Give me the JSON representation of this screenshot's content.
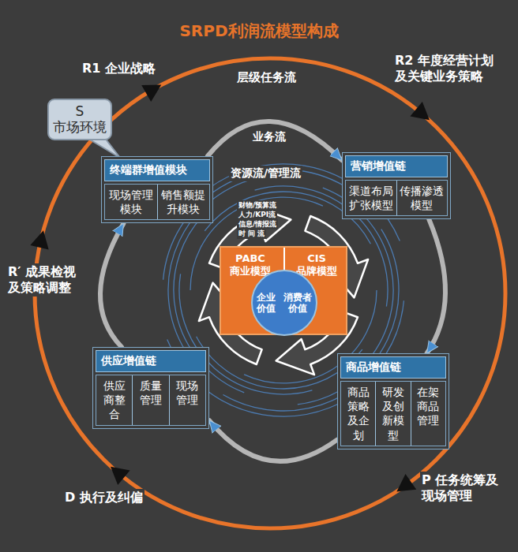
{
  "diagram": {
    "title": "SRPD利润流模型构成",
    "nodes": [
      {
        "text": [
          "S 市场环境"
        ]
      },
      {
        "text": [
          "终端群增值模块"
        ]
      },
      {
        "text": [
          "现场管理模块"
        ],
        "in": 1
      },
      {
        "text": [
          "销售额提升模块"
        ],
        "in": 1
      },
      {
        "text": [
          "营销增值链"
        ]
      },
      {
        "text": [
          "渠道布局扩张模型"
        ],
        "in": 4
      },
      {
        "text": [
          "传播渗透模型"
        ],
        "in": 4
      },
      {
        "text": [
          "PABC 商业模型",
          "CIS 品牌模型"
        ]
      },
      {
        "text": [
          "企业价值",
          "消费者价值"
        ],
        "in": 7
      },
      {
        "text": [
          "供应增值链"
        ]
      },
      {
        "text": [
          "供应商整合"
        ],
        "in": 9
      },
      {
        "text": [
          "质量管理"
        ],
        "in": 9
      },
      {
        "text": [
          "现场管理"
        ],
        "in": 9
      },
      {
        "text": [
          "商品增值链"
        ]
      },
      {
        "text": [
          "商品策略及企划"
        ],
        "in": 13
      },
      {
        "text": [
          "研发及创新模型"
        ],
        "in": 13
      },
      {
        "text": [
          "在架商品管理"
        ],
        "in": 13
      }
    ],
    "edges": [
      {
        "from": 1,
        "to": 4,
        "arrow": "to"
      },
      {
        "from": 4,
        "to": 13,
        "arrow": "to"
      },
      {
        "from": 13,
        "to": 9,
        "arrow": "to"
      },
      {
        "from": 9,
        "to": 1,
        "arrow": "to"
      }
    ],
    "labels": [
      "R1 企业战略",
      "R2 年度经营计划及关键业务策略",
      "R′ 成果检视及策略调整",
      "D 执行及纠偏",
      "P 任务统筹及现场管理",
      "层级任务流",
      "业务流",
      "资源流/管理流",
      "财物/预算流",
      "人力/KPI流",
      "信息/情报流",
      "时 间 流"
    ]
  }
}
